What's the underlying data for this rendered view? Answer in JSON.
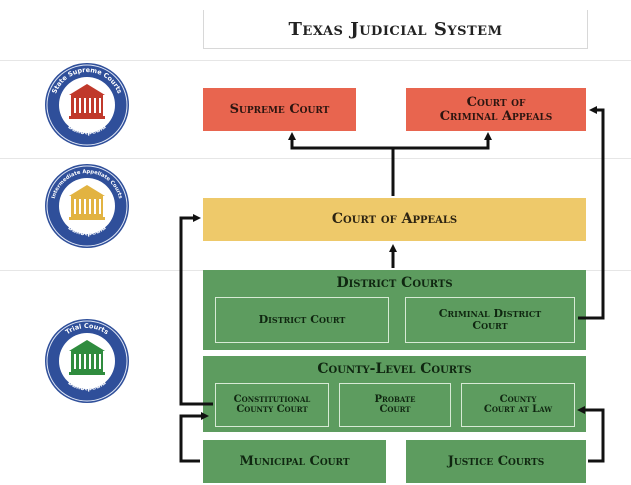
{
  "title": "Texas Judicial System",
  "seals": [
    {
      "top_text": "State Supreme Courts",
      "bottom_text": "Ballotpedia",
      "color": "#c0392b"
    },
    {
      "top_text": "Intermediate Appellate Courts",
      "bottom_text": "Ballotpedia",
      "color": "#e2b341"
    },
    {
      "top_text": "Trial Courts",
      "bottom_text": "Ballotpedia",
      "color": "#2f8c3e"
    }
  ],
  "courts": {
    "supreme": "Supreme Court",
    "criminal_appeals_line1": "Court of",
    "criminal_appeals_line2": "Criminal Appeals",
    "appeals": "Court of Appeals",
    "district_header": "District Courts",
    "district_court": "District Court",
    "criminal_district_line1": "Criminal District",
    "criminal_district_line2": "Court",
    "county_header": "County-Level Courts",
    "constitutional_line1": "Constitutional",
    "constitutional_line2": "County Court",
    "probate_line1": "Probate",
    "probate_line2": "Court",
    "county_at_law_line1": "County",
    "county_at_law_line2": "Court at Law",
    "municipal": "Municipal Court",
    "justice": "Justice Courts"
  },
  "colors": {
    "top_tier": "#e8654f",
    "appellate": "#eec96a",
    "trial": "#5d9c5f",
    "seal_ring": "#2f4f9a"
  }
}
